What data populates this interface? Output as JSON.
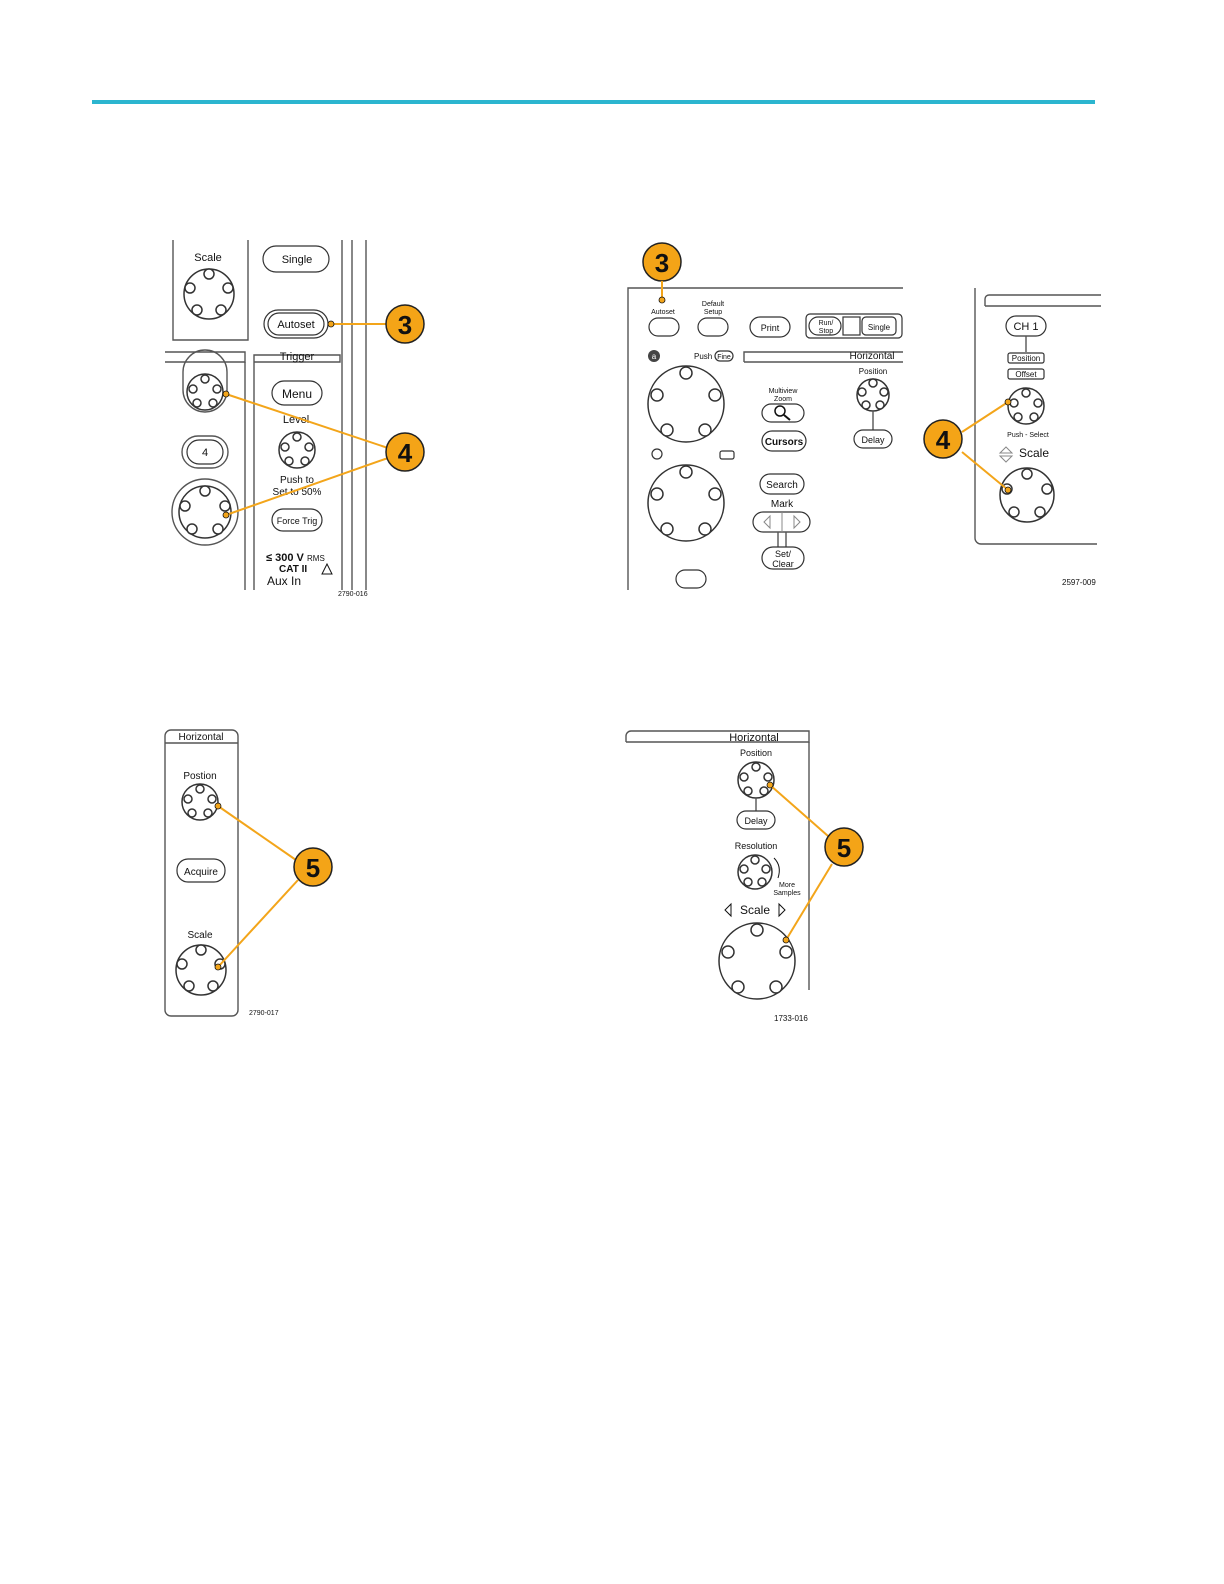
{
  "colors": {
    "rule": "#2bb5cf",
    "callout": "#f4a417"
  },
  "fig1": {
    "scale": "Scale",
    "single": "Single",
    "autoset": "Autoset",
    "trigger": "Trigger",
    "menu": "Menu",
    "level": "Level",
    "channel": "4",
    "push_to": "Push to",
    "set_to": "Set to 50%",
    "force_trig": "Force Trig",
    "voltage": "≤ 300 V",
    "rms": "RMS",
    "cat": "CAT II",
    "aux_in": "Aux In",
    "figure_id": "2790-016",
    "callout_a": "3",
    "callout_b": "4"
  },
  "fig2": {
    "autoset": "Autoset",
    "default_setup_1": "Default",
    "default_setup_2": "Setup",
    "print": "Print",
    "run_stop_1": "Run/",
    "run_stop_2": "Stop",
    "single": "Single",
    "push": "Push",
    "fine": "Fine",
    "horizontal": "Horizontal",
    "position": "Position",
    "multiview_1": "Multiview",
    "multiview_2": "Zoom",
    "cursors": "Cursors",
    "delay": "Delay",
    "search": "Search",
    "mark": "Mark",
    "set_clear_1": "Set/",
    "set_clear_2": "Clear",
    "a_label": "a",
    "callout": "3"
  },
  "fig3": {
    "ch1": "CH 1",
    "position": "Position",
    "offset": "Offset",
    "push_select": "Push - Select",
    "scale": "Scale",
    "figure_id": "2597-009",
    "callout": "4"
  },
  "fig4": {
    "horizontal": "Horizontal",
    "position": "Postion",
    "acquire": "Acquire",
    "scale": "Scale",
    "figure_id": "2790-017",
    "callout": "5"
  },
  "fig5": {
    "horizontal": "Horizontal",
    "position": "Position",
    "delay": "Delay",
    "resolution": "Resolution",
    "more_samples_1": "More",
    "more_samples_2": "Samples",
    "scale": "Scale",
    "figure_id": "1733-016",
    "callout": "5"
  }
}
